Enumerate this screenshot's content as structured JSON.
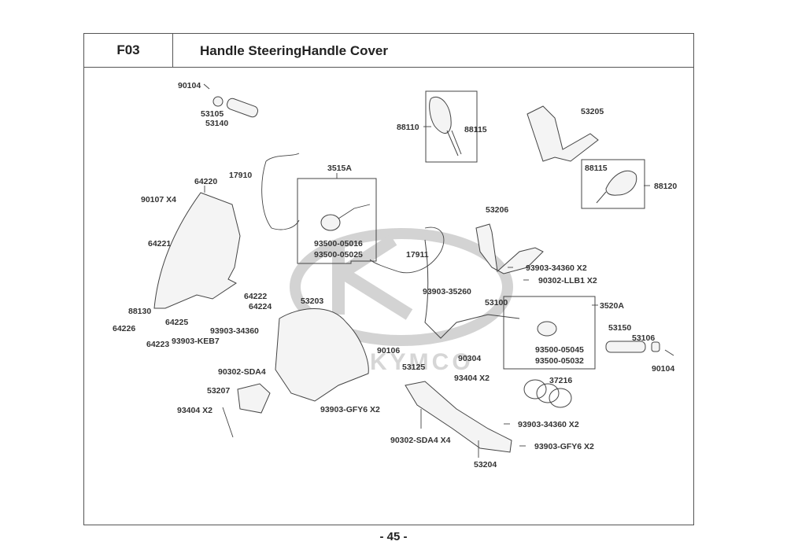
{
  "header": {
    "section_code": "F03",
    "title": "Handle SteeringHandle Cover"
  },
  "page_number": "- 45 -",
  "watermark": "KYMCO",
  "callouts": {
    "c90104a": "90104",
    "c53105": "53105",
    "c53140": "53140",
    "c88110": "88110",
    "c88115a": "88115",
    "c53205": "53205",
    "c88115b": "88115",
    "c88120": "88120",
    "c17910": "17910",
    "c3515A": "3515A",
    "c64220": "64220",
    "c90107": "90107 X4",
    "c53206": "53206",
    "c64221": "64221",
    "c9350005016": "93500-05016",
    "c9350005025": "93500-05025",
    "c17911": "17911",
    "c9390334360a": "93903-34360 X2",
    "c90302LLB1": "90302-LLB1 X2",
    "c9390335260": "93903-35260",
    "c64222": "64222",
    "c64224": "64224",
    "c53203": "53203",
    "c53100": "53100",
    "c3520A": "3520A",
    "c88130": "88130",
    "c64225": "64225",
    "c64226": "64226",
    "c9390334360b": "93903-34360",
    "c64223": "64223",
    "c93903KEB7": "93903-KEB7",
    "c53150": "53150",
    "c53106": "53106",
    "c90106": "90106",
    "c9350005045": "93500-05045",
    "c90304": "90304",
    "c9350005032": "93500-05032",
    "c53125": "53125",
    "c90104b": "90104",
    "c90302SDA4a": "90302-SDA4",
    "c93404a": "93404 X2",
    "c37216": "37216",
    "c53207": "53207",
    "c93404b": "93404 X2",
    "c93903GFY6a": "93903-GFY6 X2",
    "c9390334360c": "93903-34360 X2",
    "c90302SDA4b": "90302-SDA4 X4",
    "c93903GFY6b": "93903-GFY6 X2",
    "c53204": "53204"
  }
}
